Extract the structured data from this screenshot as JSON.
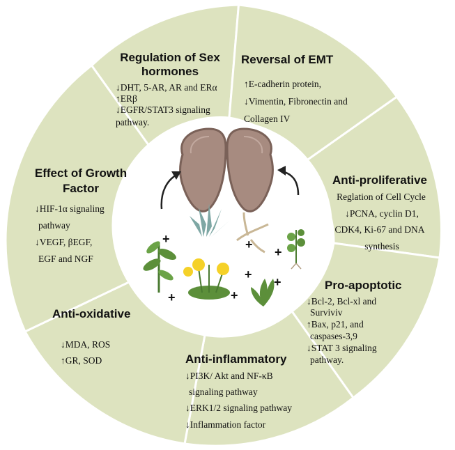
{
  "colors": {
    "segment_fill": "#dde3bf",
    "segment_border": "#ffffff",
    "center_fill": "#ffffff",
    "organ_fill": "#a78b80",
    "organ_dark": "#7a6158",
    "plant_green": "#5c8f3a",
    "flower_yellow": "#f5d128",
    "agave_blue": "#7ea7a4"
  },
  "segments": [
    {
      "id": "regulation-of-sex-hormones",
      "title_lines": [
        "Regulation of Sex",
        "hormones"
      ],
      "body_lines": [
        "↓DHT, 5-AR, AR and ERα",
        "↑ERβ",
        "↓EGFR/STAT3 signaling",
        "pathway."
      ]
    },
    {
      "id": "reversal-of-emt",
      "title_lines": [
        "Reversal of EMT"
      ],
      "body_lines": [
        "↑E-cadherin protein,",
        "↓Vimentin, Fibronectin and",
        "Collagen IV"
      ]
    },
    {
      "id": "anti-proliferative",
      "title_lines": [
        "Anti-proliferative"
      ],
      "body_lines": [
        "Reglation of Cell Cycle",
        "↓PCNA, cyclin D1,",
        "CDK4, Ki-67 and DNA",
        "synthesis"
      ]
    },
    {
      "id": "pro-apoptotic",
      "title_lines": [
        "Pro-apoptotic"
      ],
      "body_lines": [
        "↓Bcl-2, Bcl-xl and",
        "Surviviv",
        "↑Bax, p21, and",
        "caspases-3,9",
        "↓STAT 3 signaling",
        "pathway."
      ]
    },
    {
      "id": "anti-inflammatory",
      "title_lines": [
        "Anti-inflammatory"
      ],
      "body_lines": [
        "↓PI3K/ Akt and NF-κB",
        "signaling pathway",
        "↓ERK1/2 signaling pathway",
        "↓Inflammation factor"
      ]
    },
    {
      "id": "anti-oxidative",
      "title_lines": [
        "Anti-oxidative"
      ],
      "body_lines": [
        "↓MDA,  ROS",
        "↑GR, SOD"
      ]
    },
    {
      "id": "effect-of-growth-factor",
      "title_lines": [
        "Effect of Growth",
        "Factor"
      ],
      "body_lines": [
        "↓HIF-1α signaling",
        "pathway",
        "↓VEGF, βEGF,",
        "EGF and NGF"
      ]
    }
  ],
  "center": {
    "plus_signs": [
      "+",
      "+",
      "+",
      "+",
      "+",
      "+",
      "+"
    ],
    "icons": [
      "prostate-icon",
      "left-arrow-icon",
      "right-arrow-icon",
      "herb-stem-icon",
      "agave-icon",
      "root-icon",
      "sprout-icon",
      "dandelion-icon",
      "seaweed-icon"
    ]
  }
}
